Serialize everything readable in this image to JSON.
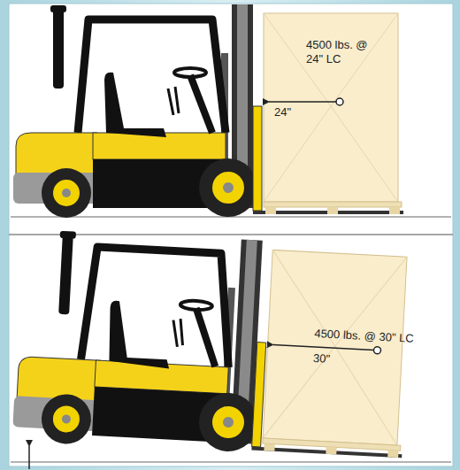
{
  "diagram": {
    "nodes": [
      {
        "text": [
          "4500 lbs. @ 24\" LC",
          "24\""
        ]
      },
      {
        "text": [
          "4500 lbs. @ 30\" LC",
          "30\""
        ]
      }
    ]
  }
}
